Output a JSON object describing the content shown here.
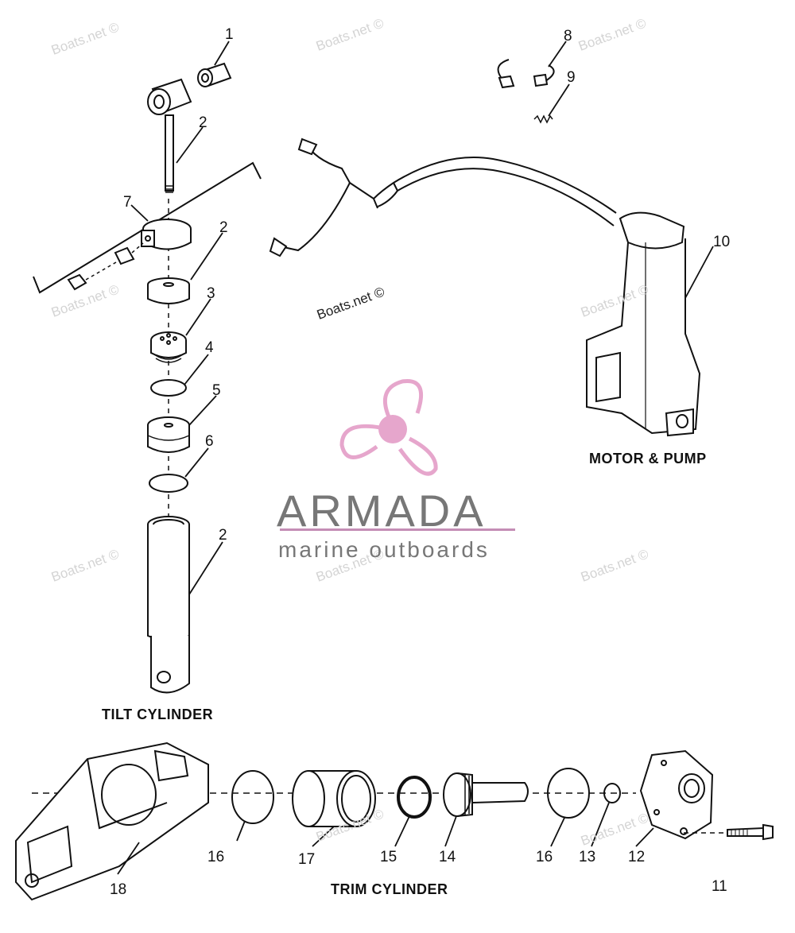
{
  "watermark": "Boats.net ©",
  "brand": {
    "name": "ARMADA",
    "tagline": "marine outboards",
    "accent_color": "#e6a6cc",
    "text_color": "#777777"
  },
  "captions": {
    "tilt": "TILT CYLINDER",
    "motor": "MOTOR & PUMP",
    "trim": "TRIM CYLINDER"
  },
  "callouts": {
    "c1": "1",
    "c2a": "2",
    "c2b": "2",
    "c2c": "2",
    "c3": "3",
    "c4": "4",
    "c5": "5",
    "c6": "6",
    "c7": "7",
    "c8": "8",
    "c9": "9",
    "c10": "10",
    "c11": "11",
    "c12": "12",
    "c13": "13",
    "c14": "14",
    "c15": "15",
    "c16a": "16",
    "c16b": "16",
    "c17": "17",
    "c18": "18"
  }
}
